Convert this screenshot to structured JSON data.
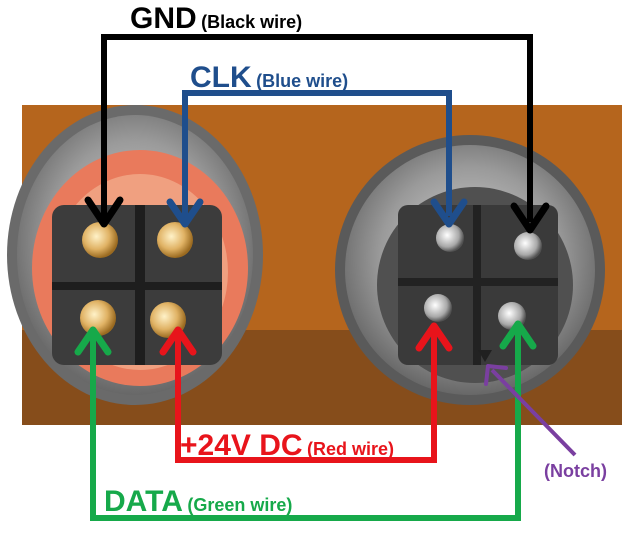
{
  "labels": {
    "gnd": {
      "name": "GND",
      "note": "(Black wire)",
      "color": "#000000"
    },
    "clk": {
      "name": "CLK",
      "note": "(Blue wire)",
      "color": "#1f4e8c"
    },
    "pwr": {
      "name": "+24V DC",
      "note": "(Red wire)",
      "color": "#e8141b"
    },
    "data": {
      "name": "DATA",
      "note": "(Green wire)",
      "color": "#16a94a"
    },
    "notch": {
      "name": "(Notch)",
      "color": "#7a3fa0"
    }
  },
  "photo": {
    "background": "#b5651d",
    "connector_metal": "#8f8f8f",
    "pin_gold": "#e0b264"
  }
}
